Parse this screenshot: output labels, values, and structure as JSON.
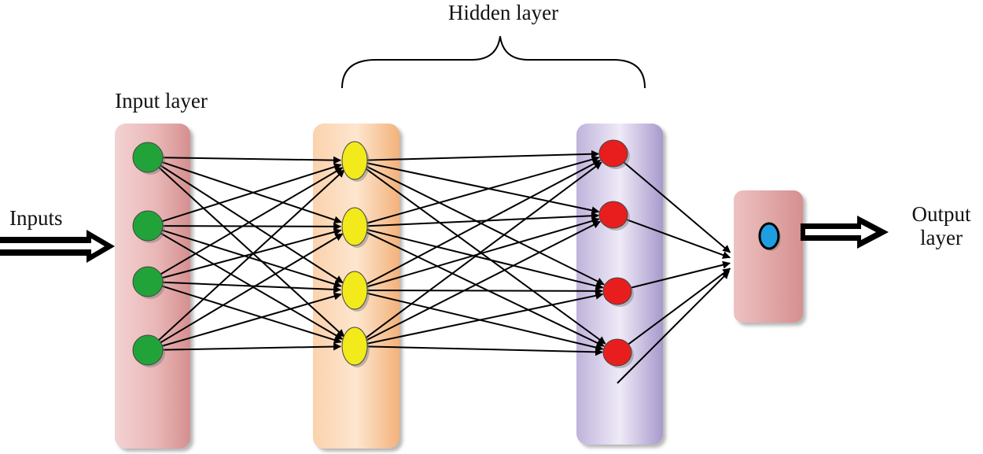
{
  "labels": {
    "hidden_layer": "Hidden layer",
    "input_layer": "Input layer",
    "inputs": "Inputs",
    "output_line1": "Output",
    "output_line2": "layer"
  },
  "layers": [
    {
      "id": "input",
      "nodes": 4,
      "node_color": "#22a33a",
      "panel_color": "#e2a4a4"
    },
    {
      "id": "hidden1",
      "nodes": 4,
      "node_color": "#f2ea1a",
      "panel_color": "#f7c08a"
    },
    {
      "id": "hidden2",
      "nodes": 4,
      "node_color": "#e81e1e",
      "panel_color": "#b9acd6"
    },
    {
      "id": "output",
      "nodes": 1,
      "node_color": "#1e9ee0",
      "panel_color": "#e2a4a4"
    }
  ],
  "colors": {
    "edge": "#000000",
    "arrow_fill": "#ffffff",
    "arrow_stroke": "#000000"
  }
}
